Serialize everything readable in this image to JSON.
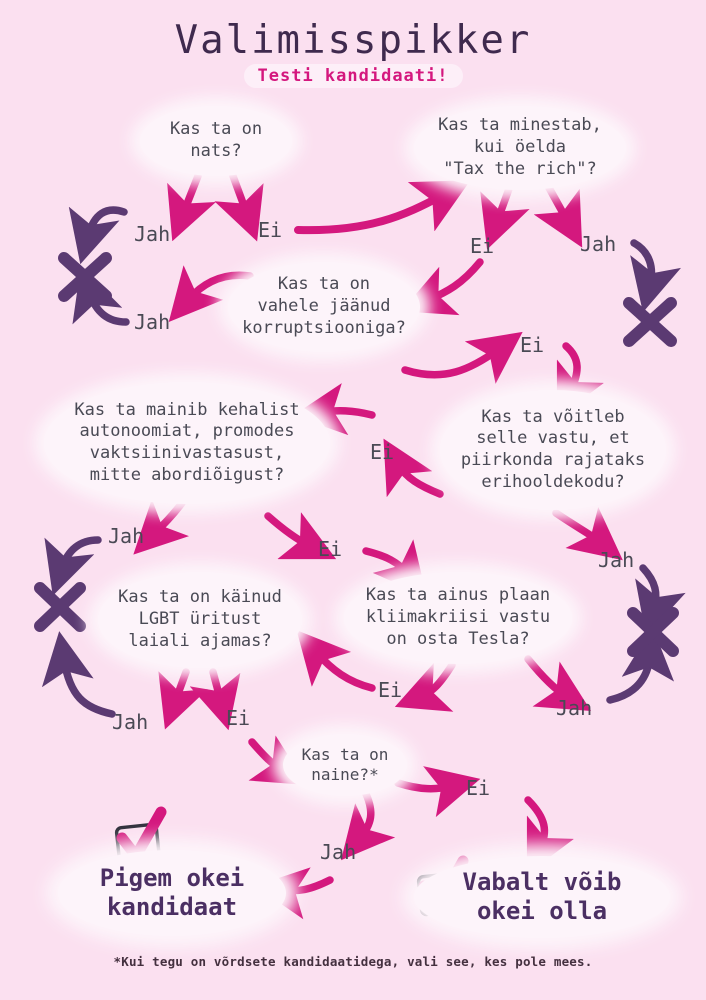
{
  "header": {
    "title": "Valimisspikker",
    "subtitle": "Testi kandidaati!"
  },
  "colors": {
    "background": "#fbe0f0",
    "bubble": "#fdf4fa",
    "pink_arrow": "#d4187e",
    "purple_arrow": "#5b3a72",
    "title_text": "#3f2a4e",
    "body_text": "#4a4a55"
  },
  "questions": [
    {
      "id": "q_nats",
      "text": "Kas ta on\nnats?"
    },
    {
      "id": "q_minestab",
      "text": "Kas ta minestab,\nkui öelda\n\"Tax the rich\"?"
    },
    {
      "id": "q_korruptsioon",
      "text": "Kas ta on\nvahele jäänud\nkorruptsiooniga?"
    },
    {
      "id": "q_erihooldekodu",
      "text": "Kas ta võitleb\nselle vastu, et\npiirkonda rajataks\nerihooldekodu?"
    },
    {
      "id": "q_autonoomia",
      "text": "Kas ta mainib kehalist\nautonoomiat, promodes\nvaktsiinivastasust,\nmitte abordiõigust?"
    },
    {
      "id": "q_tesla",
      "text": "Kas ta ainus plaan\nkliimakriisi vastu\non osta Tesla?"
    },
    {
      "id": "q_lgbt",
      "text": "Kas ta on käinud\nLGBT üritust\nlaiali ajamas?"
    },
    {
      "id": "q_naine",
      "text": "Kas ta on\nnaine?*"
    }
  ],
  "edge_labels": {
    "nats_jah": "Jah",
    "nats_ei": "Ei",
    "minestab_ei": "Ei",
    "minestab_jah": "Jah",
    "korruptsioon_jah": "Jah",
    "korruptsioon_ei": "Ei",
    "erihooldekodu_jah": "Jah",
    "erihooldekodu_ei": "Ei",
    "autonoomia_jah": "Jah",
    "autonoomia_ei": "Ei",
    "tesla_jah": "Jah",
    "tesla_ei": "Ei",
    "lgbt_jah": "Jah",
    "lgbt_ei": "Ei",
    "naine_jah": "Jah",
    "naine_ei": "Ei"
  },
  "results": [
    {
      "id": "result_pigem_okei",
      "text": "Pigem okei\nkandidaat"
    },
    {
      "id": "result_vabalt",
      "text": "Vabalt võib\nokei olla"
    }
  ],
  "rejects": [
    {
      "id": "reject-1"
    },
    {
      "id": "reject-2"
    },
    {
      "id": "reject-3"
    },
    {
      "id": "reject-4"
    }
  ],
  "footnote": "*Kui tegu on võrdsete kandidaatidega, vali see, kes pole mees."
}
